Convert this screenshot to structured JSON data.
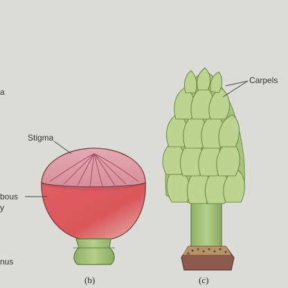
{
  "figure": {
    "left_cut_labels": [
      "a",
      "bous",
      "y",
      "nus"
    ],
    "panel_b": {
      "stigma_label": "Stigma",
      "caption": "(b)"
    },
    "panel_c": {
      "carpels_label": "Carpels",
      "caption": "(c)"
    }
  },
  "colors": {
    "background": "#dcdcd7",
    "ovary_red": "#d9585c",
    "ovary_pale": "#e7b7b1",
    "stigma_rays": "#c97a89",
    "stalk_green": "#9dbd73",
    "carpel_green": "#b8cf8a",
    "receptacle_brown": "#8c5a4d"
  }
}
